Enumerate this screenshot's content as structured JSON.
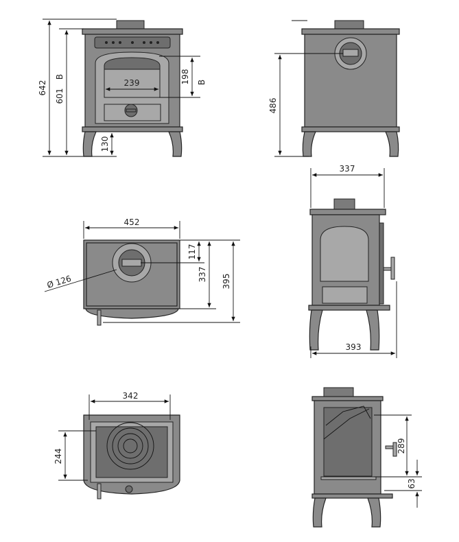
{
  "drawing": {
    "front_view": {
      "overall_height": "642",
      "body_height": "601",
      "body_height_suffix": "B",
      "glass_height": "198",
      "glass_height_suffix": "B",
      "glass_width": "239",
      "leg_height": "130"
    },
    "side_view_top": {
      "flue_centre_height": "486"
    },
    "plan_view": {
      "width": "452",
      "flue_offset": "117",
      "depth_body": "337",
      "depth_overall": "395",
      "flue_diameter": "Ø 126"
    },
    "side_view": {
      "depth_top": "337",
      "depth_overall": "393"
    },
    "firebox_plan": {
      "width": "342",
      "depth": "244"
    },
    "section_view": {
      "firebox_height": "289",
      "grate_height": "63"
    }
  }
}
